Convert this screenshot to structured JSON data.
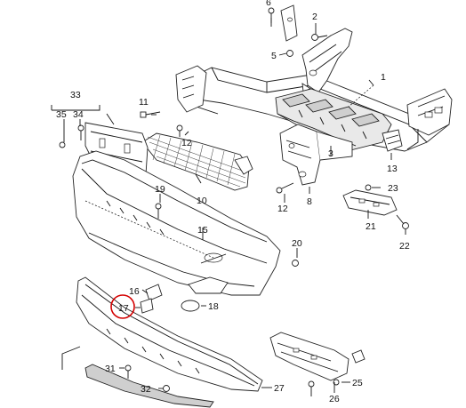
{
  "callouts": {
    "c1": "1",
    "c2": "2",
    "c3": "3",
    "c5": "5",
    "c6": "6",
    "c8": "8",
    "c10": "10",
    "c11": "11",
    "c12a": "12",
    "c12b": "12",
    "c13": "13",
    "c15": "15",
    "c16": "16",
    "c17": "17",
    "c18": "18",
    "c19": "19",
    "c20": "20",
    "c21": "21",
    "c22": "22",
    "c23": "23",
    "c25": "25",
    "c26": "26",
    "c27": "27",
    "c31": "31",
    "c32": "32",
    "c33": "33",
    "c34": "34",
    "c35": "35"
  },
  "highlight": {
    "color": "#d40000",
    "callout": "17"
  },
  "colors": {
    "line": "#111111",
    "part_fill": "#ffffff",
    "shade": "#d0d0d0"
  }
}
